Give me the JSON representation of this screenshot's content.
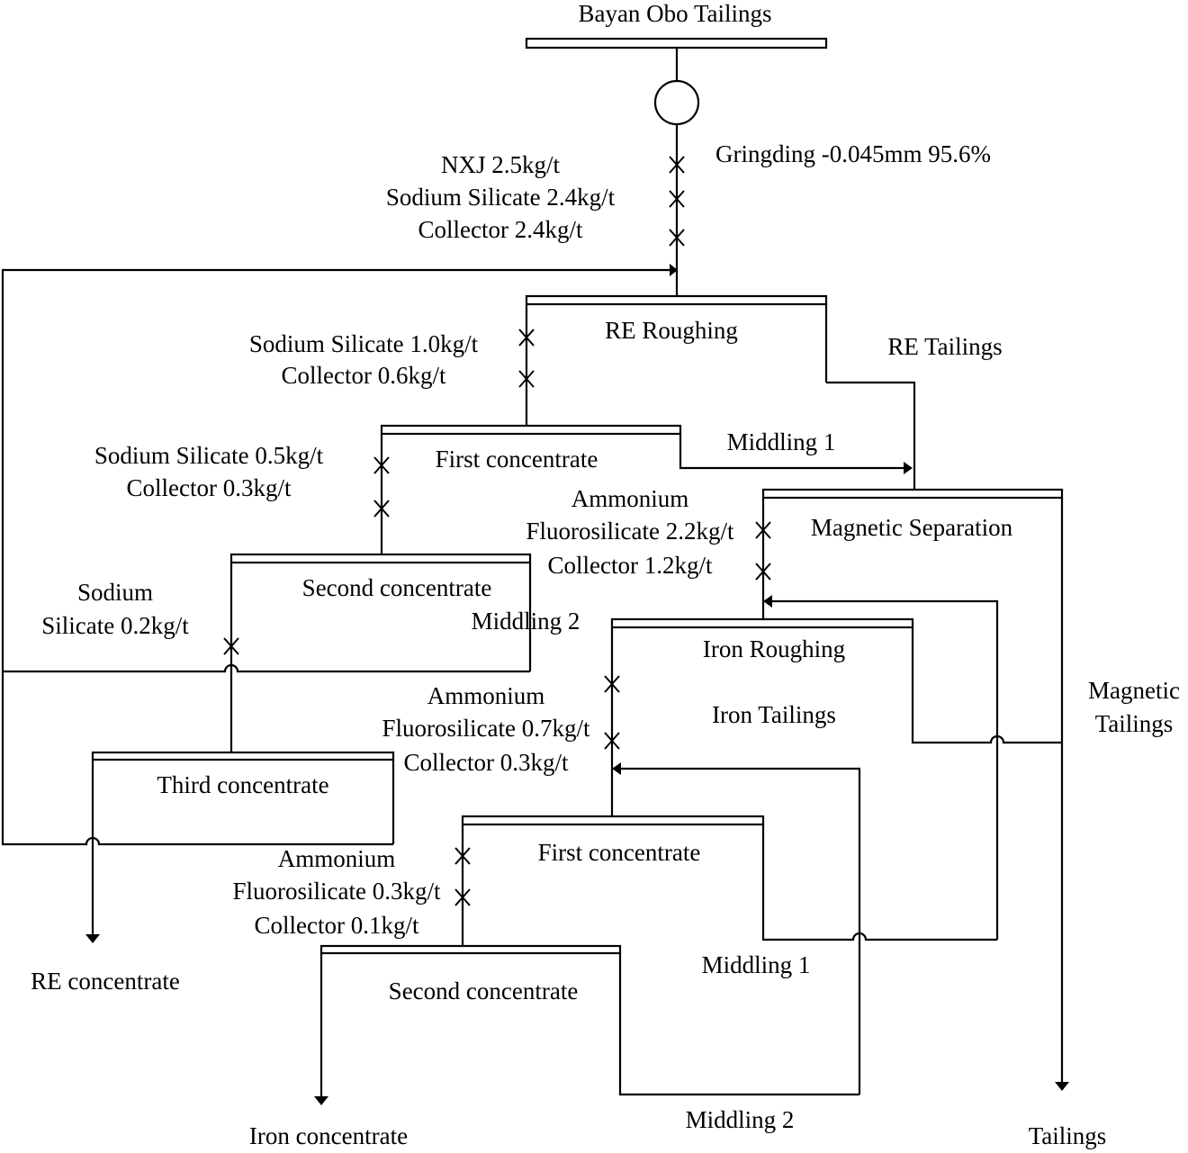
{
  "title": "Bayan Obo Tailings",
  "grinding": "Gringding -0.045mm 95.6%",
  "feed_reagents": [
    "NXJ 2.5kg/t",
    "Sodium Silicate 2.4kg/t",
    "Collector 2.4kg/t"
  ],
  "re_circuit": {
    "roughing": "RE Roughing",
    "re_tailings": "RE Tailings",
    "cleaning1_reagents": [
      "Sodium Silicate 1.0kg/t",
      "Collector 0.6kg/t"
    ],
    "first_concentrate": "First concentrate",
    "middling1": "Middling 1",
    "cleaning2_reagents": [
      "Sodium Silicate 0.5kg/t",
      "Collector 0.3kg/t"
    ],
    "second_concentrate": "Second concentrate",
    "middling2": "Middling 2",
    "cleaning3_reagents": [
      "Sodium",
      "Silicate 0.2kg/t"
    ],
    "third_concentrate": "Third concentrate",
    "product": "RE concentrate"
  },
  "magnetic": {
    "label": "Magnetic Separation",
    "tailings": [
      "Magnetic",
      "Tailings"
    ]
  },
  "iron_circuit": {
    "roughing_reagents": [
      "Ammonium",
      "Fluorosilicate 2.2kg/t",
      "Collector 1.2kg/t"
    ],
    "roughing": "Iron Roughing",
    "iron_tailings": "Iron Tailings",
    "cleaning1_reagents": [
      "Ammonium",
      "Fluorosilicate 0.7kg/t",
      "Collector 0.3kg/t"
    ],
    "first_concentrate": "First concentrate",
    "middling1": "Middling 1",
    "cleaning2_reagents": [
      "Ammonium",
      "Fluorosilicate 0.3kg/t",
      "Collector 0.1kg/t"
    ],
    "second_concentrate": "Second concentrate",
    "middling2": "Middling 2",
    "product": "Iron concentrate"
  },
  "final_tailings": "Tailings"
}
